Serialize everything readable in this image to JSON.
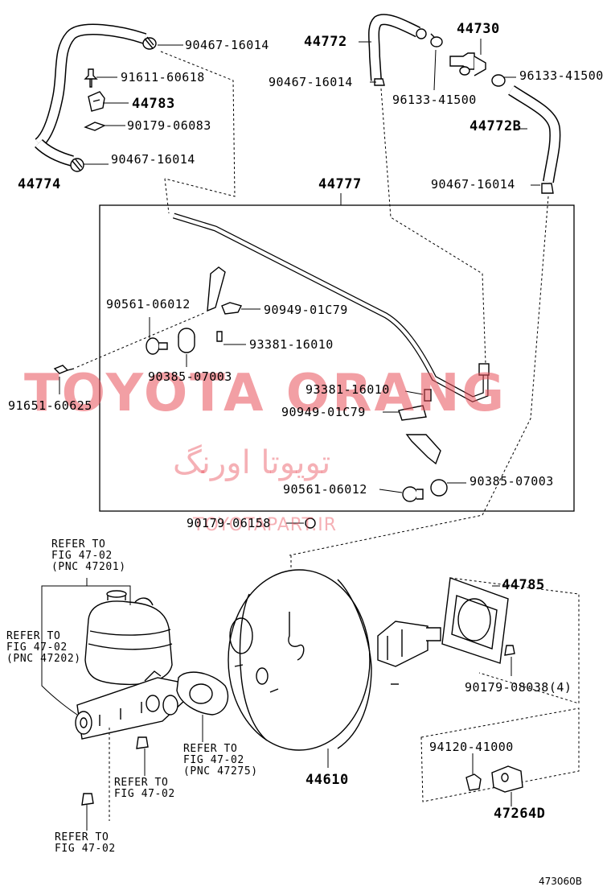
{
  "labels": {
    "p1": "90467-16014",
    "p2": "91611-60618",
    "p3": "44783",
    "p4": "90179-06083",
    "p5": "90467-16014",
    "p6": "44774",
    "p7": "44772",
    "p8": "90467-16014",
    "p9": "44730",
    "p10": "96133-41500",
    "p11": "96133-41500",
    "p12": "44772B",
    "p13": "90467-16014",
    "p14": "44777",
    "p15": "90561-06012",
    "p16": "90949-01C79",
    "p17": "93381-16010",
    "p18": "90385-07003",
    "p19": "91651-60625",
    "p20": "93381-16010",
    "p21": "90949-01C79",
    "p22": "90561-06012",
    "p23": "90385-07003",
    "p24": "90179-06158",
    "p25": "44785",
    "p26": "90179-08038(4)",
    "p27": "94120-41000",
    "p28": "47264D",
    "p29": "44610"
  },
  "refs": {
    "r1": {
      "line1": "REFER TO",
      "fig": "FIG 47-02",
      "pnc": "(PNC 47201)"
    },
    "r2": {
      "line1": "REFER TO",
      "fig": "FIG 47-02",
      "pnc": "(PNC 47202)"
    },
    "r3": {
      "line1": "REFER TO",
      "fig": "FIG 47-02",
      "pnc": "(PNC 47275)"
    },
    "r4": {
      "line1": "REFER TO",
      "fig": "FIG 47-02"
    },
    "r5": {
      "line1": "REFER TO",
      "fig": "FIG 47-02"
    }
  },
  "watermark": {
    "main": "TOYOTA ORANG",
    "farsi": "تویوتا اورنگ",
    "url": "TOYOTAPART.IR"
  },
  "figure_number": "473060B"
}
